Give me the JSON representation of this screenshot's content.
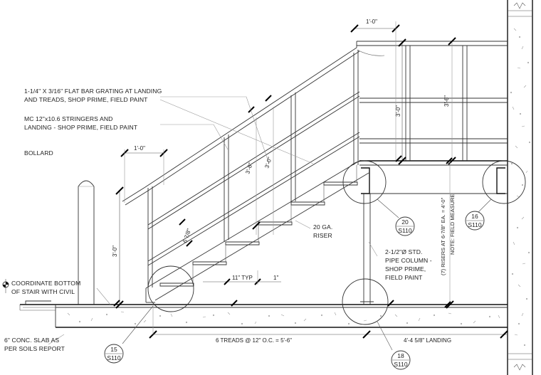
{
  "notes": {
    "grating": [
      "1-1/4\" X 3/16\" FLAT BAR GRATING AT LANDING",
      "AND TREADS, SHOP PRIME, FIELD PAINT"
    ],
    "stringers": [
      "MC 12\"x10.6 STRINGERS AND",
      "LANDING - SHOP PRIME, FIELD PAINT"
    ],
    "bollard": "BOLLARD",
    "coordinate": [
      "COORDINATE BOTTOM",
      "OF STAIR WITH CIVIL"
    ],
    "slab": [
      "6\" CONC. SLAB AS",
      "PER SOILS REPORT"
    ],
    "riser": [
      "20 GA.",
      "RISER"
    ],
    "pipe_column": [
      "2-1/2\"Ø STD.",
      "PIPE COLUMN -",
      "SHOP PRIME,",
      "FIELD PAINT"
    ],
    "risers_vertical": [
      "(7) RISERS AT 6-7/8\" EA. = 4'-0\"",
      "NOTE: FIELD MEASURE"
    ]
  },
  "dims": {
    "top_1_0": "1'-0\"",
    "left_1_0": "1'-0\"",
    "rail_3_6_upper": "3'-6\"",
    "rail_3_0_upper": "3'-0\"",
    "rail_3_6_slope": "3'-6\"",
    "rail_3_0_slope": "3'-0\"",
    "riser_6_7_8": "6 7/8\"",
    "left_3_0": "3'-0\"",
    "tread_11_typ": "11\" TYP",
    "nosing_1": "1\"",
    "treads_total": "6 TREADS @ 12\" O.C. = 5'-6\"",
    "landing": "4'-4 5/8\"  LANDING"
  },
  "callouts": [
    {
      "num": "20",
      "sheet": "S110"
    },
    {
      "num": "16",
      "sheet": "S110"
    },
    {
      "num": "15",
      "sheet": "S110"
    },
    {
      "num": "18",
      "sheet": "S110"
    }
  ]
}
